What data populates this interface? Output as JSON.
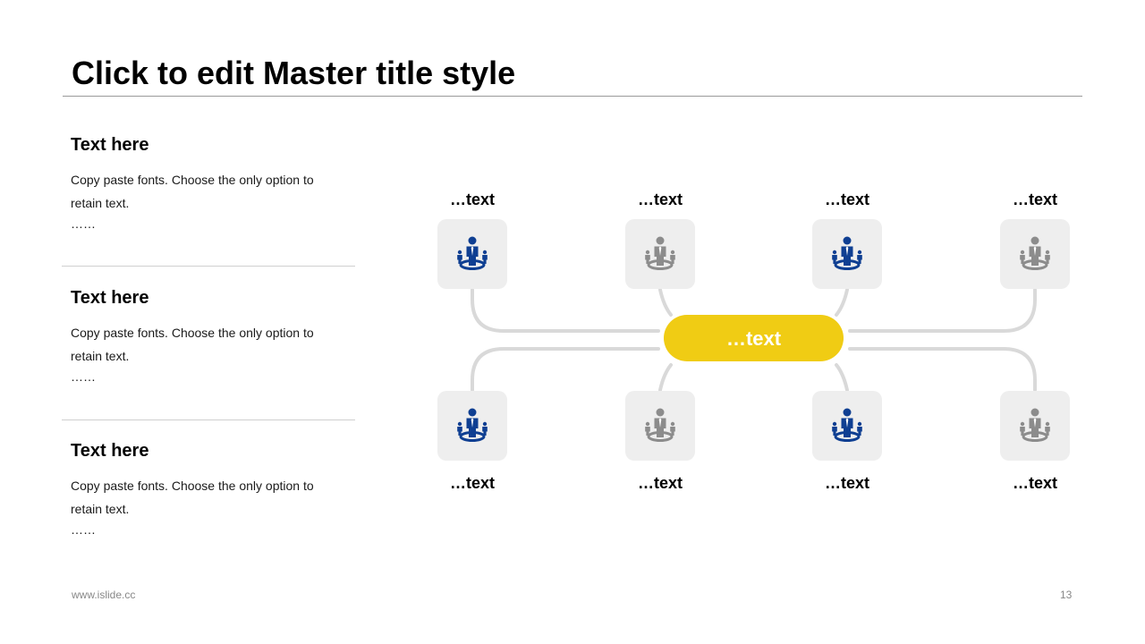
{
  "slide": {
    "title": "Click to edit Master title style",
    "page_number": "13",
    "footer_url": "www.islide.cc"
  },
  "sections": [
    {
      "heading": "Text here",
      "body": "Copy paste fonts. Choose the only option to retain text.",
      "dots": "……"
    },
    {
      "heading": "Text here",
      "body": "Copy paste fonts. Choose the only option to retain text.",
      "dots": "……"
    },
    {
      "heading": "Text here",
      "body": "Copy paste fonts. Choose the only option to retain text.",
      "dots": "……"
    }
  ],
  "diagram": {
    "center_label": "…text",
    "top_labels": [
      "…text",
      "…text",
      "…text",
      "…text"
    ],
    "bottom_labels": [
      "…text",
      "…text",
      "…text",
      "…text"
    ],
    "top_icon_colors": [
      "blue",
      "gray",
      "blue",
      "gray"
    ],
    "bottom_icon_colors": [
      "blue",
      "gray",
      "blue",
      "gray"
    ],
    "colors": {
      "accent": "#F0CC14",
      "blue": "#0F3F92",
      "gray": "#8C8C8C",
      "tile": "#EEEEEE",
      "connector": "#D9D9D9"
    },
    "icon_name": "people-group-icon"
  }
}
